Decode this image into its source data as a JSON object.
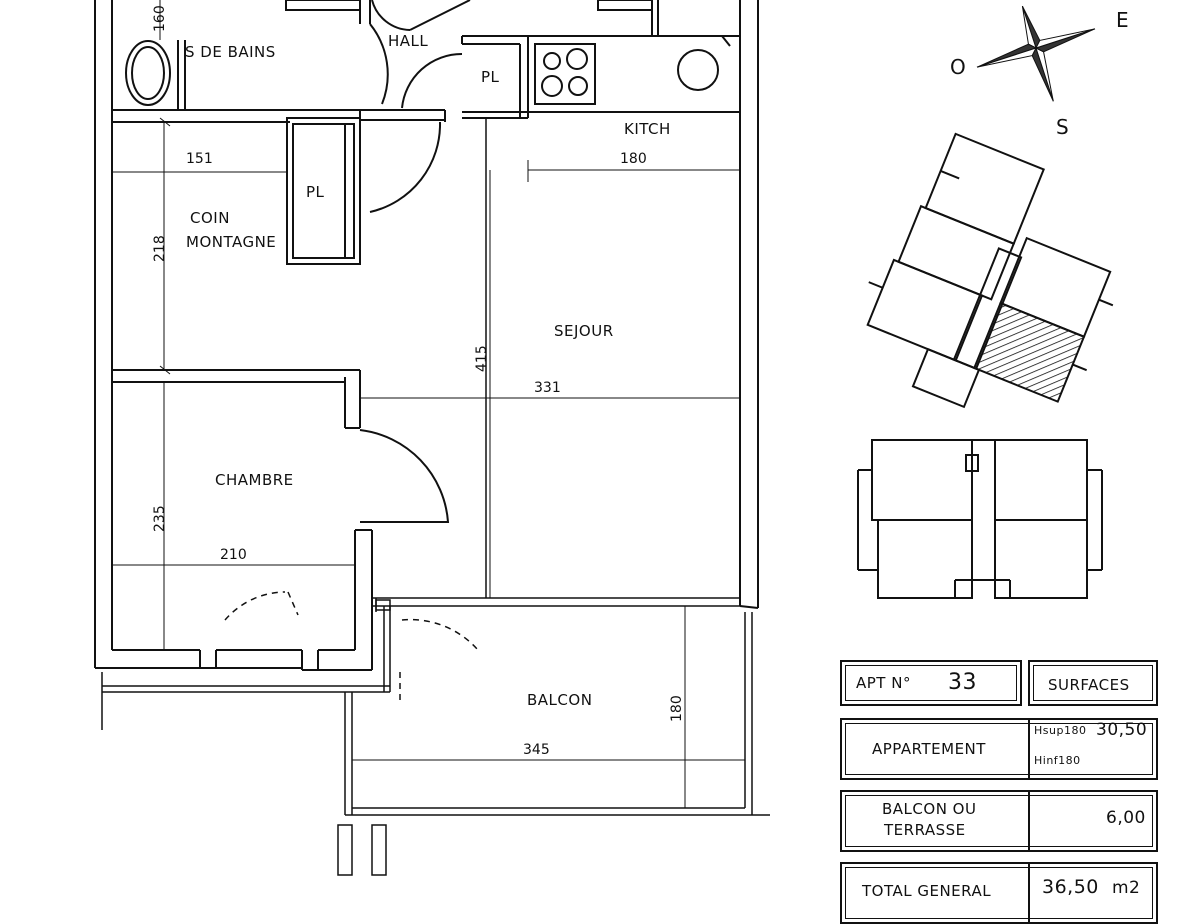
{
  "rooms": {
    "bathroom": "S DE BAINS",
    "hall": "HALL",
    "closet_hall": "PL",
    "closet_room": "PL",
    "kitchen": "KITCH",
    "coin_line1": "COIN",
    "coin_line2": "MONTAGNE",
    "living": "SEJOUR",
    "bedroom": "CHAMBRE",
    "balcony": "BALCON"
  },
  "dimensions": {
    "bath_height": "160",
    "coin_width": "151",
    "kitchen_width": "180",
    "coin_height": "218",
    "living_height": "415",
    "living_width": "331",
    "bedroom_height": "235",
    "bedroom_width": "210",
    "balcony_width": "345",
    "balcony_depth": "180"
  },
  "compass": {
    "east": "E",
    "west": "O",
    "south": "S"
  },
  "table": {
    "apt_label": "APT N°",
    "apt_number": "33",
    "surfaces_header": "SURFACES",
    "apartment_label": "APPARTEMENT",
    "hsup_label": "Hsup180",
    "hsup_value": "30,50",
    "hinf_label": "Hinf180",
    "balcony_line1": "BALCON OU",
    "balcony_line2": "TERRASSE",
    "balcony_value": "6,00",
    "total_label": "TOTAL GENERAL",
    "total_value": "36,50",
    "total_unit": "m2"
  }
}
